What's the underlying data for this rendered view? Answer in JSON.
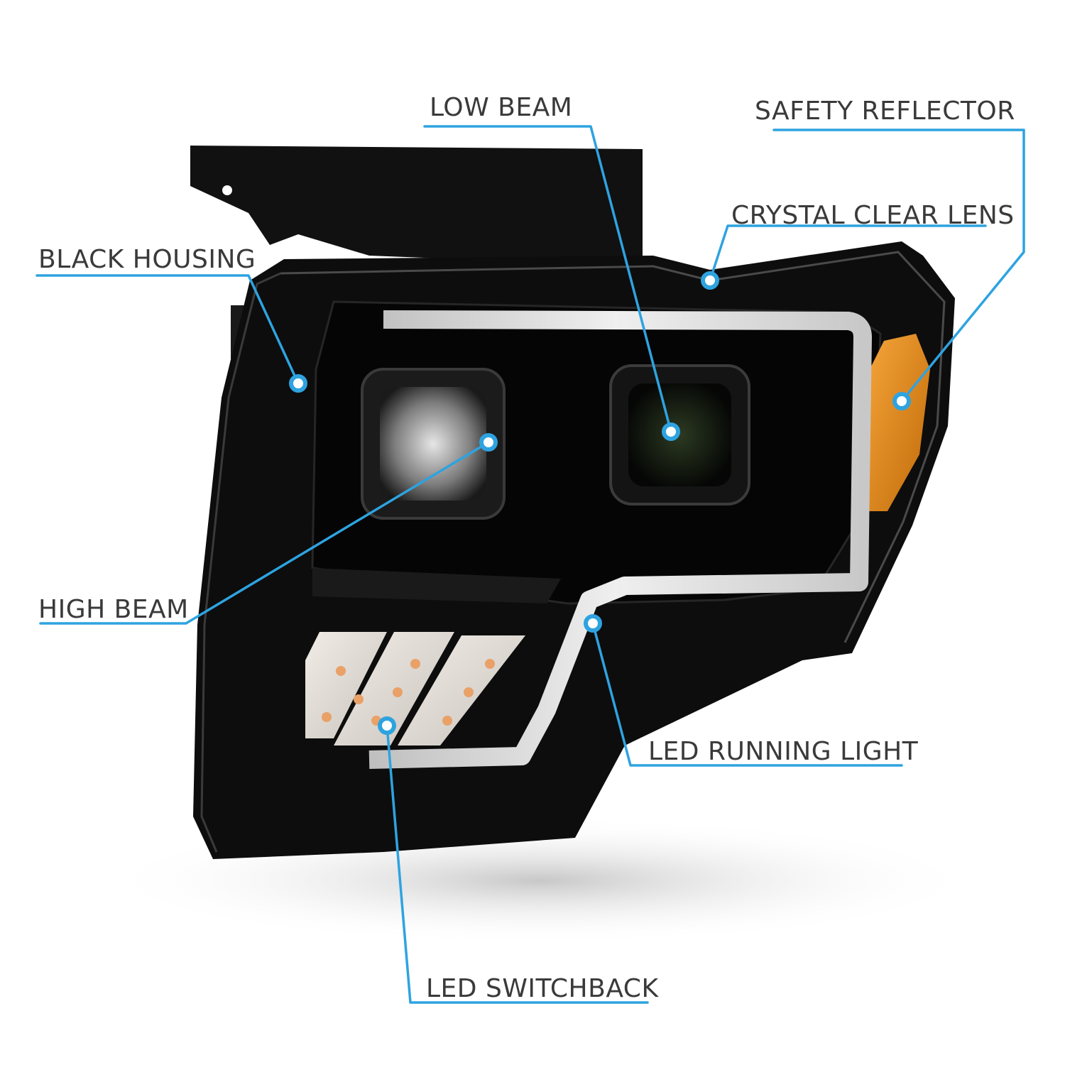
{
  "colors": {
    "accent": "#2ea3e0",
    "housing": "#0d0d0d",
    "amber": "#e88a18",
    "led": "#d9d9d9",
    "text": "#3a3a3a"
  },
  "callouts": {
    "low_beam": "LOW BEAM",
    "safety_reflector": "SAFETY REFLECTOR",
    "crystal_clear_lens": "CRYSTAL CLEAR LENS",
    "black_housing": "BLACK HOUSING",
    "high_beam": "HIGH BEAM",
    "led_running_light": "LED RUNNING LIGHT",
    "led_switchback": "LED SWITCHBACK"
  }
}
